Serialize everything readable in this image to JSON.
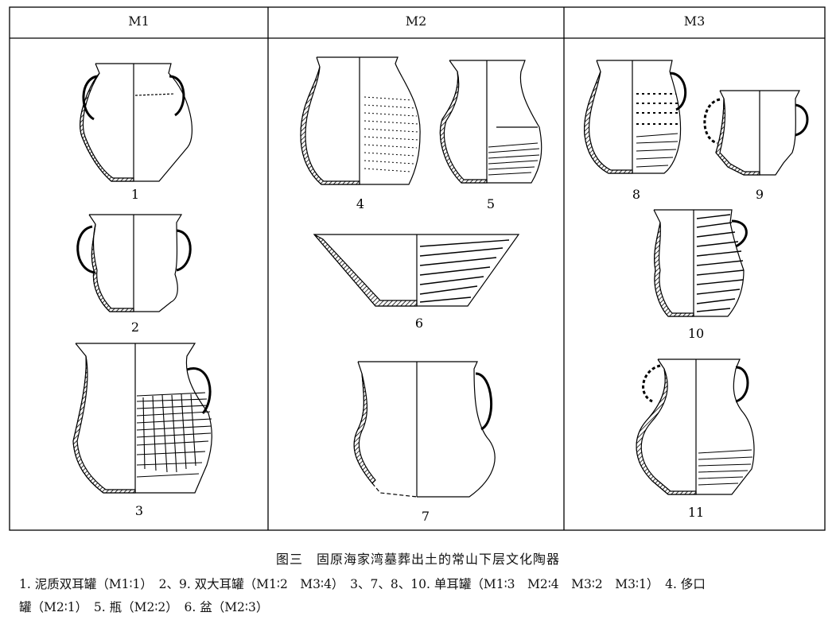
{
  "columns": [
    "M1",
    "M2",
    "M3"
  ],
  "vessel_labels": [
    "1",
    "2",
    "3",
    "4",
    "5",
    "6",
    "7",
    "8",
    "9",
    "10",
    "11"
  ],
  "figure_title": "图三　固原海家湾墓葬出土的常山下层文化陶器",
  "caption_line1": "1. 泥质双耳罐（M1∶1）　2、9. 双大耳罐（M1∶2　M3∶4）　3、7、8、10. 单耳罐（M1∶3　M2∶4　M3∶2　M3∶1）　4. 侈口",
  "caption_line2": "罐（M2∶1）　5. 瓶（M2∶2）　6. 盆（M2∶3）"
}
